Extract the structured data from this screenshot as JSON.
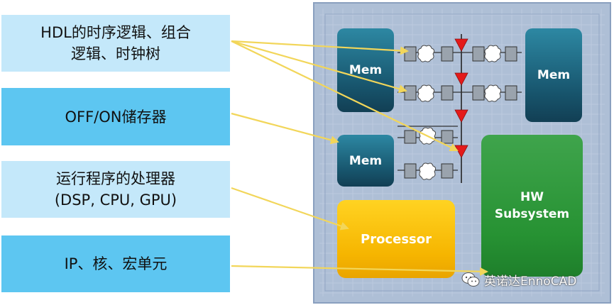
{
  "labels": [
    {
      "line1": "HDL的时序逻辑、组合",
      "line2": "逻辑、时钟树"
    },
    {
      "line1": "OFF/ON储存器",
      "line2": ""
    },
    {
      "line1": "运行程序的处理器",
      "line2": "(DSP, CPU, GPU)"
    },
    {
      "line1": "IP、核、宏单元",
      "line2": ""
    }
  ],
  "chip": {
    "mem_top_left": "Mem",
    "mem_right": "Mem",
    "mem_left": "Mem",
    "processor": "Processor",
    "hw_line1": "HW",
    "hw_line2": "Subsystem"
  },
  "watermark": {
    "text": "英诺达EnnoCAD",
    "icon": "wechat-icon"
  },
  "colors": {
    "label_light": "#c4e8fa",
    "label_dark": "#5dc6f1",
    "arrow": "#f2d65a",
    "clock_buffer": "#e41a1a",
    "mem": "#1d6b86",
    "processor": "#f6b500",
    "hw": "#279233"
  }
}
